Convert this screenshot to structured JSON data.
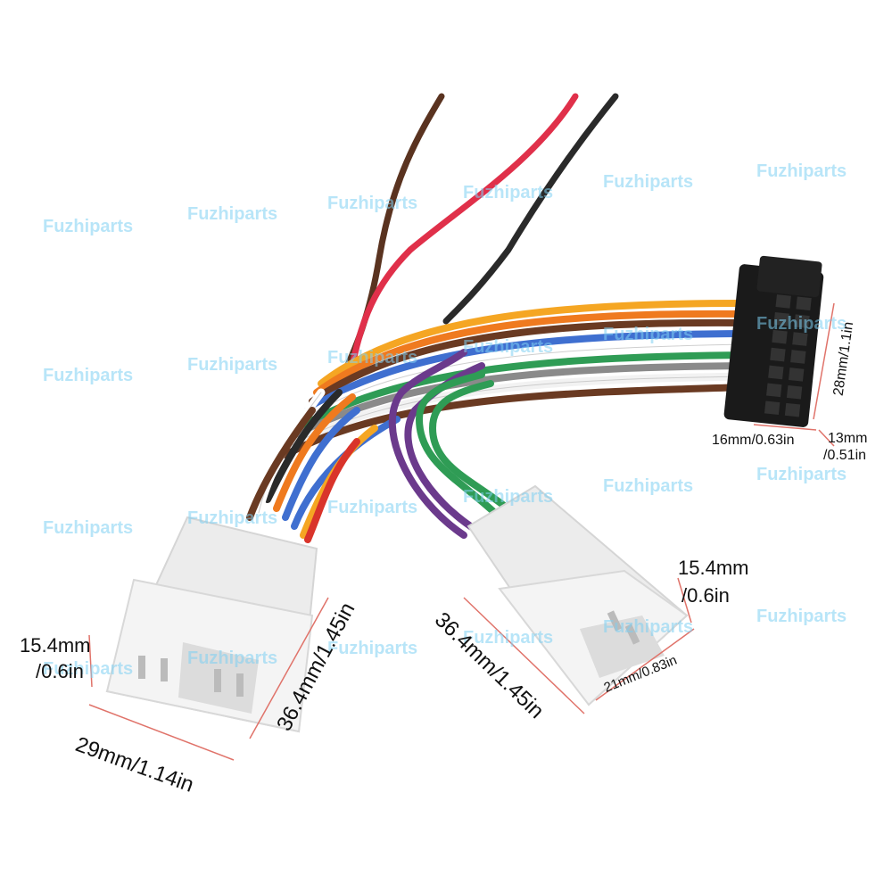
{
  "watermark": "Fuzhiparts",
  "colors": {
    "background": "#ffffff",
    "watermark": "#7fd0f3",
    "measure_line": "#e0736a",
    "connector_white": "#efefef",
    "connector_black": "#1a1a1a"
  },
  "wire_colors": [
    "brown",
    "red",
    "black",
    "orange",
    "yellow",
    "white",
    "gray",
    "green",
    "blue",
    "purple"
  ],
  "dimensions": {
    "black_connector": {
      "height": "28mm/1.1in",
      "width": "16mm/0.63in",
      "depth_mm": "13mm",
      "depth_in": "/0.51in"
    },
    "left_connector": {
      "height_mm": "15.4mm",
      "height_in": "/0.6in",
      "length": "36.4mm/1.45in",
      "width": "29mm/1.14in"
    },
    "right_connector": {
      "height_mm": "15.4mm",
      "height_in": "/0.6in",
      "length": "36.4mm/1.45in",
      "width": "21mm/0.83in"
    }
  }
}
